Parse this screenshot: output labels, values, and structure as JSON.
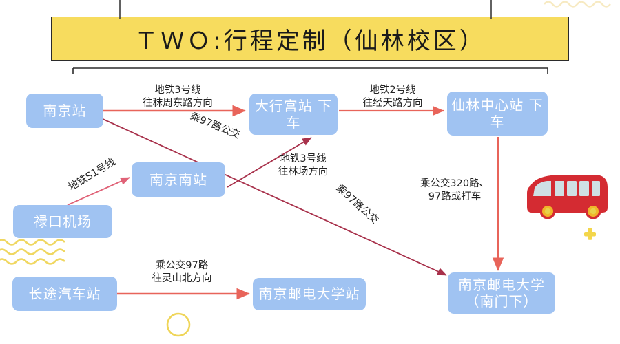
{
  "title": {
    "text": "ＴＷＯ:行程定制（仙林校区）"
  },
  "nodes": [
    {
      "id": "nanjing-station",
      "label": "南京站"
    },
    {
      "id": "daxinggong-station",
      "label": "大行宫站\n下车"
    },
    {
      "id": "xianlin-center",
      "label": "仙林中心站\n下车"
    },
    {
      "id": "nanjing-south",
      "label": "南京南站"
    },
    {
      "id": "lukou-airport",
      "label": "禄口机场"
    },
    {
      "id": "long-distance-bus",
      "label": "长途汽车站"
    },
    {
      "id": "njupt-stop",
      "label": "南京邮电大学站"
    },
    {
      "id": "njupt-south-gate",
      "label": "南京邮电大学\n（南门下）"
    }
  ],
  "edges": [
    {
      "id": "nanjing-to-daxinggong",
      "label": "地铁3号线\n往秣周东路方向"
    },
    {
      "id": "daxinggong-to-xianlin",
      "label": "地铁2号线\n往经天路方向"
    },
    {
      "id": "nanjing-to-njupt",
      "label": "乘97路公交"
    },
    {
      "id": "south-to-daxinggong",
      "label": "地铁3号线\n往林场方向"
    },
    {
      "id": "airport-to-south",
      "label": "地铁S1号线"
    },
    {
      "id": "xianlin-to-njupt",
      "label": "乘公交320路、\n97路或打车"
    },
    {
      "id": "bus-to-njupt-stop",
      "label": "乘公交97路\n往灵山北方向"
    },
    {
      "id": "south-diag-97",
      "label": "乘97路公交"
    }
  ],
  "icons": {
    "bus": "bus-icon",
    "plus": "plus-decoration-icon",
    "circle": "circle-decoration-icon",
    "wave": "wave-decoration-icon"
  },
  "colors": {
    "banner": "#f7dc5e",
    "node": "#a0c3f2",
    "arrow_primary": "#e8645a",
    "arrow_diagonal": "#a8314b",
    "bus_body": "#d42b32",
    "accent_yellow": "#f3d64b"
  }
}
